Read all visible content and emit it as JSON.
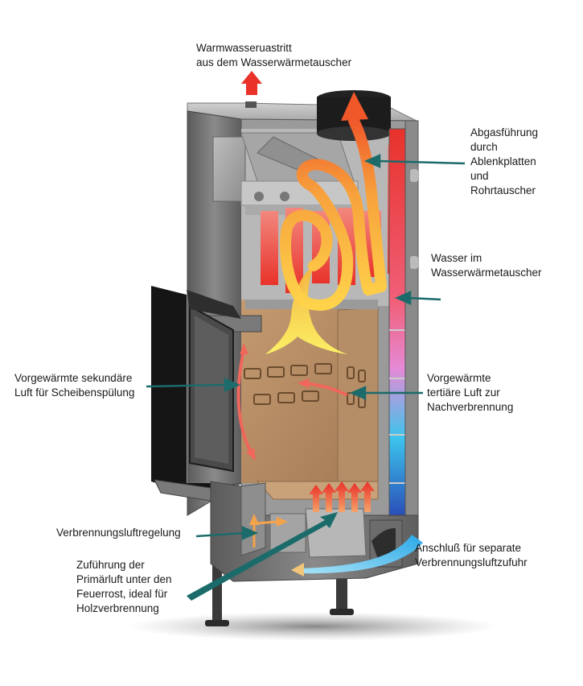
{
  "labels": {
    "water_outlet": "Warmwasseruastritt\naus dem Wasserwärmetauscher",
    "flue_gas": "Abgasführung\ndurch\nAblenkplatten\nund\nRohrtauscher",
    "water_in_exchanger": "Wasser im\nWasserwärmetauscher",
    "secondary_air": "Vorgewärmte sekundäre\nLuft für Scheibenspülung",
    "tertiary_air": "Vorgewärmte\ntertiäre Luft zur\nNachverbrennung",
    "air_control": "Verbrennungsluftregelung",
    "primary_air": "Zuführung der\nPrimärluft unter den\nFeuerrost, ideal für\nHolzverbrennung",
    "external_air": "Anschluß für separate\nVerbrennungsluftzufuhr"
  },
  "colors": {
    "hot": "#e8322a",
    "warm": "#f7a23c",
    "flame": "#ffe033",
    "cold": "#3cb4e8",
    "callout": "#1c6b6b",
    "steel": "#8c8c8c",
    "firebrick": "#b88a62"
  }
}
